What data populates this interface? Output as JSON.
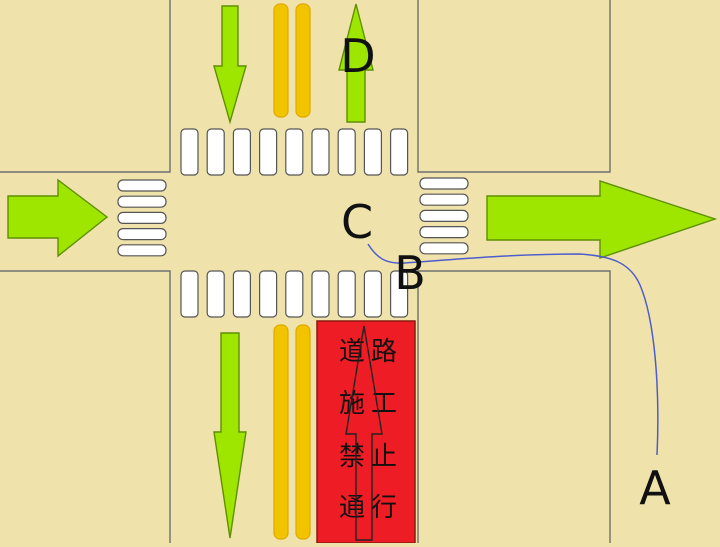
{
  "colors": {
    "background": "#efe3ab",
    "road_edge": "#6f6f6f",
    "arrow_fill": "#9ee600",
    "arrow_stroke": "#5f8f00",
    "center_line": "#f2c400",
    "center_line_stroke": "#e0a800",
    "construction_fill": "#ee1c24",
    "construction_stroke": "#8a1a10",
    "route_line": "#4d5ccc",
    "label_color": "#111111"
  },
  "labels": {
    "a": "A",
    "b": "B",
    "c": "C",
    "d": "D"
  },
  "construction_sign": {
    "left_column": [
      "道",
      "施",
      "禁",
      "通"
    ],
    "right_column": [
      "路",
      "工",
      "止",
      "行"
    ]
  },
  "icons": {
    "arrow_south_top": "arrow-down",
    "arrow_north_top": "arrow-up",
    "arrow_east_left": "arrow-right",
    "arrow_east_right": "arrow-right",
    "arrow_south_bottom": "arrow-down",
    "arrow_north_in_closure": "arrow-up-outline"
  }
}
